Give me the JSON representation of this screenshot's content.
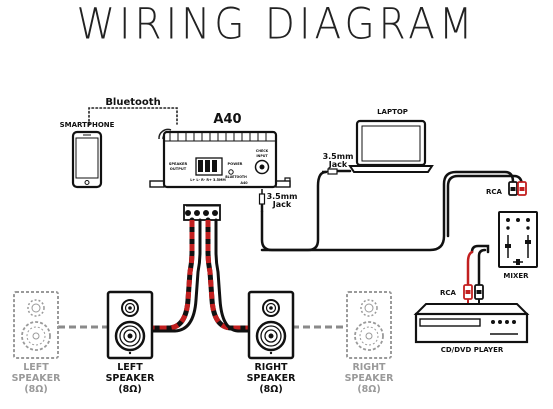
{
  "title": "WIRING DIAGRAM",
  "nodes": {
    "amplifier": "A40",
    "bluetooth": "Bluetooth",
    "smartphone": "SMARTPHONE",
    "laptop": "LAPTOP",
    "jack_top": [
      "3.5mm",
      "Jack"
    ],
    "jack_mid": [
      "3.5mm",
      "Jack"
    ],
    "rca_top": "RCA",
    "rca_bottom": "RCA",
    "mixer": "MIXER",
    "cd_player": "CD/DVD PLAYER",
    "left_speaker_ghost": [
      "LEFT",
      "SPEAKER",
      "(8Ω)"
    ],
    "left_speaker": [
      "LEFT",
      "SPEAKER",
      "(8Ω)"
    ],
    "right_speaker": [
      "RIGHT",
      "SPEAKER",
      "(8Ω)"
    ],
    "right_speaker_ghost": [
      "RIGHT",
      "SPEAKER",
      "(8Ω)"
    ]
  },
  "amp_panel": {
    "speaker_output": [
      "SPEAKER",
      "OUTPUT"
    ],
    "power_label": "POWER",
    "bt_label": "BLUETOOTH",
    "check_label": [
      "CHECK",
      "INPUT"
    ],
    "terminal_legend": "L+ L- R- R+ 3.5MM",
    "brand": "A40"
  },
  "colors": {
    "wire_black": "#111111",
    "wire_red": "#c21f1f",
    "ghost_gray": "#9a9a9a",
    "dash_gray": "#8a8a8a"
  }
}
